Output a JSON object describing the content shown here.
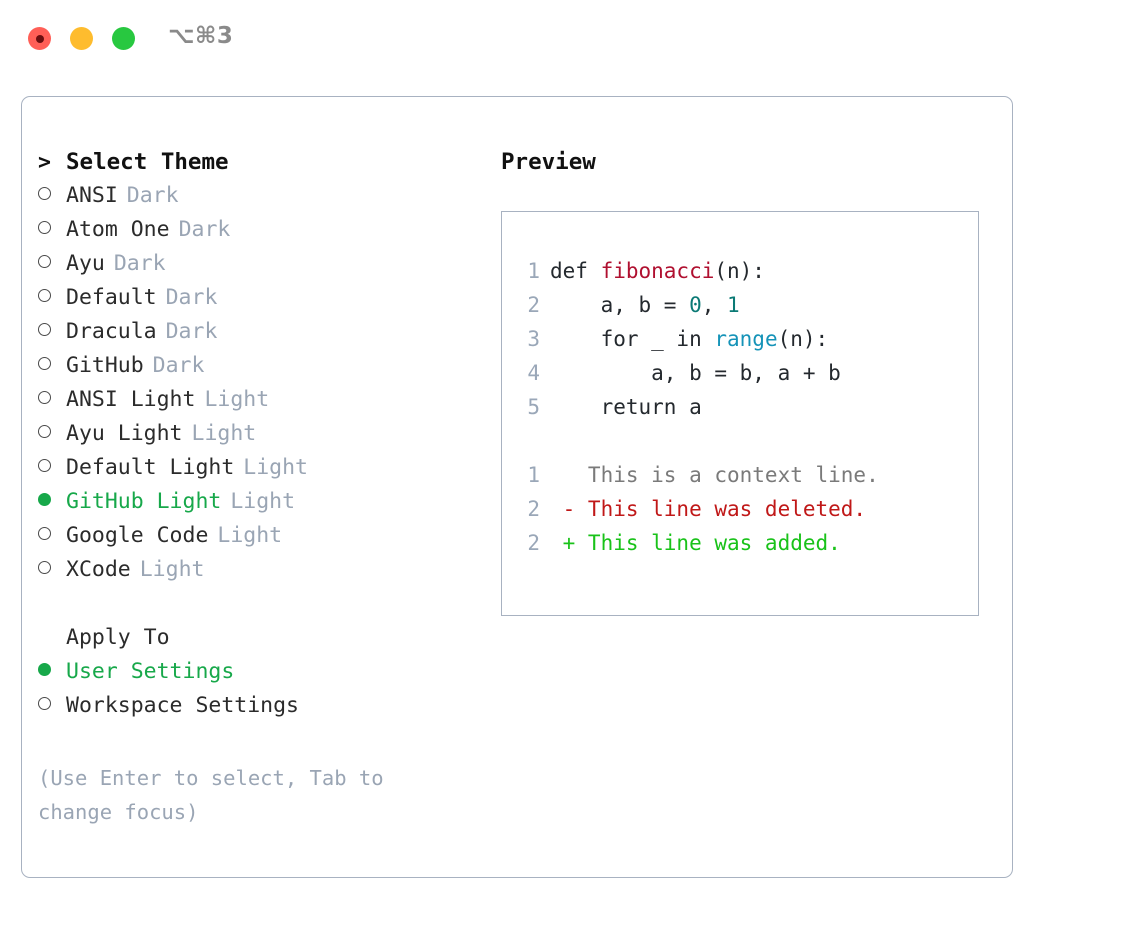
{
  "titlebar": {
    "shortcut": "⌥⌘3",
    "lights": [
      "close-red",
      "minimize-yellow",
      "zoom-green"
    ]
  },
  "theme_picker": {
    "heading_marker": ">",
    "heading": "Select Theme",
    "items": [
      {
        "marker": "○",
        "label": "ANSI",
        "badge": "Dark",
        "selected": false
      },
      {
        "marker": "○",
        "label": "Atom One",
        "badge": "Dark",
        "selected": false
      },
      {
        "marker": "○",
        "label": "Ayu",
        "badge": "Dark",
        "selected": false
      },
      {
        "marker": "○",
        "label": "Default",
        "badge": "Dark",
        "selected": false
      },
      {
        "marker": "○",
        "label": "Dracula",
        "badge": "Dark",
        "selected": false
      },
      {
        "marker": "○",
        "label": "GitHub",
        "badge": "Dark",
        "selected": false
      },
      {
        "marker": "○",
        "label": "ANSI Light",
        "badge": "Light",
        "selected": false
      },
      {
        "marker": "○",
        "label": "Ayu Light",
        "badge": "Light",
        "selected": false
      },
      {
        "marker": "○",
        "label": "Default Light",
        "badge": "Light",
        "selected": false
      },
      {
        "marker": "●",
        "label": "GitHub Light",
        "badge": "Light",
        "selected": true
      },
      {
        "marker": "○",
        "label": "Google Code",
        "badge": "Light",
        "selected": false
      },
      {
        "marker": "○",
        "label": "XCode",
        "badge": "Light",
        "selected": false
      }
    ]
  },
  "apply_to": {
    "heading": "Apply To",
    "items": [
      {
        "marker": "●",
        "label": "User Settings",
        "selected": true
      },
      {
        "marker": "○",
        "label": "Workspace Settings",
        "selected": false
      }
    ]
  },
  "hint": "(Use Enter to select, Tab to change focus)",
  "preview": {
    "title": "Preview",
    "code_lines": [
      {
        "n": "1",
        "tokens": [
          {
            "t": "def ",
            "k": "kw"
          },
          {
            "t": "fibonacci",
            "k": "fn"
          },
          {
            "t": "(n):",
            "k": "plain"
          }
        ]
      },
      {
        "n": "2",
        "tokens": [
          {
            "t": "    a, b = ",
            "k": "plain"
          },
          {
            "t": "0",
            "k": "num"
          },
          {
            "t": ", ",
            "k": "plain"
          },
          {
            "t": "1",
            "k": "num"
          }
        ]
      },
      {
        "n": "3",
        "tokens": [
          {
            "t": "    for _ in ",
            "k": "kw"
          },
          {
            "t": "range",
            "k": "call"
          },
          {
            "t": "(n):",
            "k": "plain"
          }
        ]
      },
      {
        "n": "4",
        "tokens": [
          {
            "t": "        a, b = b, a + b",
            "k": "plain"
          }
        ]
      },
      {
        "n": "5",
        "tokens": [
          {
            "t": "    return a",
            "k": "kw"
          }
        ]
      }
    ],
    "diff_lines": [
      {
        "n": "1",
        "sign": " ",
        "text": "This is a context line.",
        "kind": "ctx"
      },
      {
        "n": "2",
        "sign": "-",
        "text": "This line was deleted.",
        "kind": "del"
      },
      {
        "n": "2",
        "sign": "+",
        "text": "This line was added.",
        "kind": "add"
      }
    ]
  },
  "colors": {
    "accent_green": "#17a84a",
    "muted": "#9aa5b4",
    "border": "#a8b2c1",
    "func": "#b01030",
    "number": "#0b7a75",
    "call": "#1593b8",
    "diff_add": "#19c219",
    "diff_del": "#c01818",
    "light_red": "#ff5f57",
    "light_yellow": "#febc2e",
    "light_green": "#28c840"
  }
}
